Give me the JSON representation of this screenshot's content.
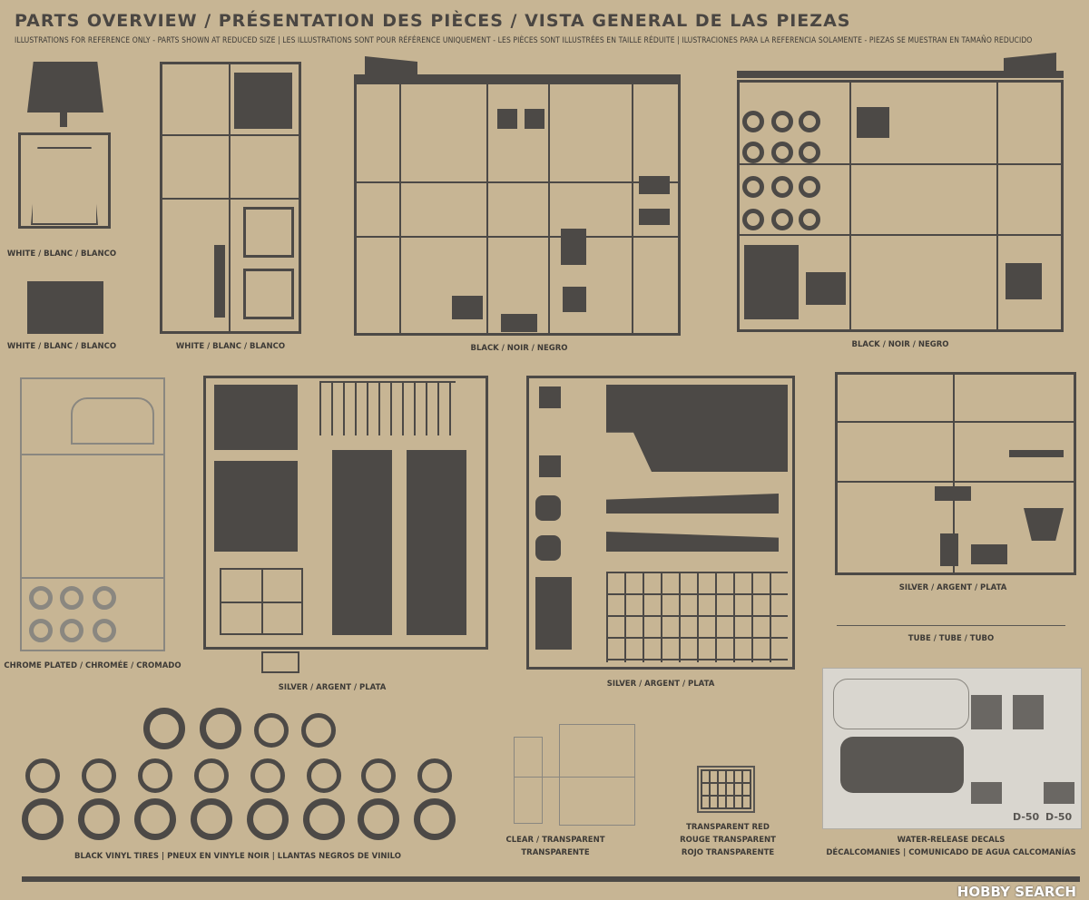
{
  "header": {
    "title": "PARTS OVERVIEW / PRÉSENTATION DES PIÈCES / VISTA GENERAL DE LAS PIEZAS",
    "subtitle": "ILLUSTRATIONS FOR REFERENCE ONLY - PARTS SHOWN AT REDUCED SIZE | LES ILLUSTRATIONS SONT POUR RÉFÉRENCE UNIQUEMENT - LES PIÈCES SONT ILLUSTRÉES EN TAILLE RÉDUITE | ILUSTRACIONES PARA LA REFERENCIA SOLAMENTE - PIEZAS SE MUESTRAN EN TAMAÑO REDUCIDO"
  },
  "labels": {
    "white1": "WHITE / BLANC / BLANCO",
    "white2": "WHITE / BLANC / BLANCO",
    "white3": "WHITE / BLANC / BLANCO",
    "black1": "BLACK / NOIR / NEGRO",
    "black2": "BLACK / NOIR / NEGRO",
    "chrome": "CHROME PLATED / CHROMÉE / CROMADO",
    "silver1": "SILVER / ARGENT / PLATA",
    "silver2": "SILVER / ARGENT / PLATA",
    "silver3": "SILVER / ARGENT / PLATA",
    "tube": "TUBE / TUBE / TUBO",
    "tires": "BLACK VINYL TIRES | PNEUX EN VINYLE NOIR | LLANTAS NEGROS DE VINILO",
    "clear_1": "CLEAR / TRANSPARENT",
    "clear_2": "TRANSPARENTE",
    "red_1": "TRANSPARENT RED",
    "red_2": "ROUGE TRANSPARENT",
    "red_3": "ROJO TRANSPARENTE",
    "decals_1": "WATER-RELEASE DECALS",
    "decals_2": "DÉCALCOMANIES | COMUNICADO DE AGUA CALCOMANÍAS",
    "decal_d50_a": "D-50",
    "decal_d50_b": "D-50"
  },
  "footer": {
    "watermark": "HOBBY SEARCH"
  },
  "colors": {
    "background": "#c7b594",
    "ink": "#4c4946"
  }
}
